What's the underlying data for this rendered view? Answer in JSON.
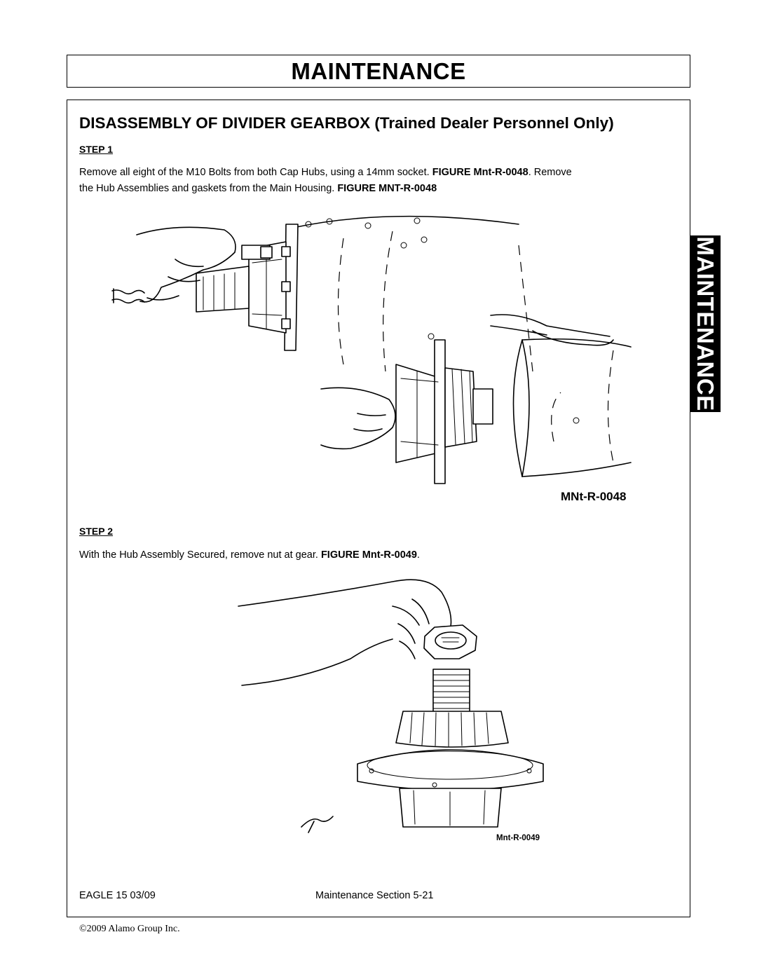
{
  "header": {
    "title": "MAINTENANCE"
  },
  "side_tab": {
    "label": "MAINTENANCE"
  },
  "section": {
    "title": "DISASSEMBLY OF DIVIDER GEARBOX (Trained Dealer Personnel Only)"
  },
  "step1": {
    "label": "STEP 1",
    "line1_text": "Remove all eight of the M10 Bolts from both Cap Hubs, using a 14mm socket. ",
    "line1_figure": "FIGURE Mnt-R-0048",
    "line1_end": ". Remove",
    "line2_text": "the Hub Assemblies and gaskets from the Main Housing. ",
    "line2_figure": "FIGURE MNT-R-0048"
  },
  "figure1": {
    "caption": "MNt-R-0048"
  },
  "step2": {
    "label": "STEP 2",
    "text": "With the Hub Assembly Secured, remove nut at gear.   ",
    "figure": "FIGURE Mnt-R-0049",
    "end": "."
  },
  "figure2": {
    "caption": "Mnt-R-0049"
  },
  "footer": {
    "model": "EAGLE 15   03/09",
    "section": "Maintenance Section 5-21",
    "copyright": "©2009 Alamo Group Inc."
  }
}
